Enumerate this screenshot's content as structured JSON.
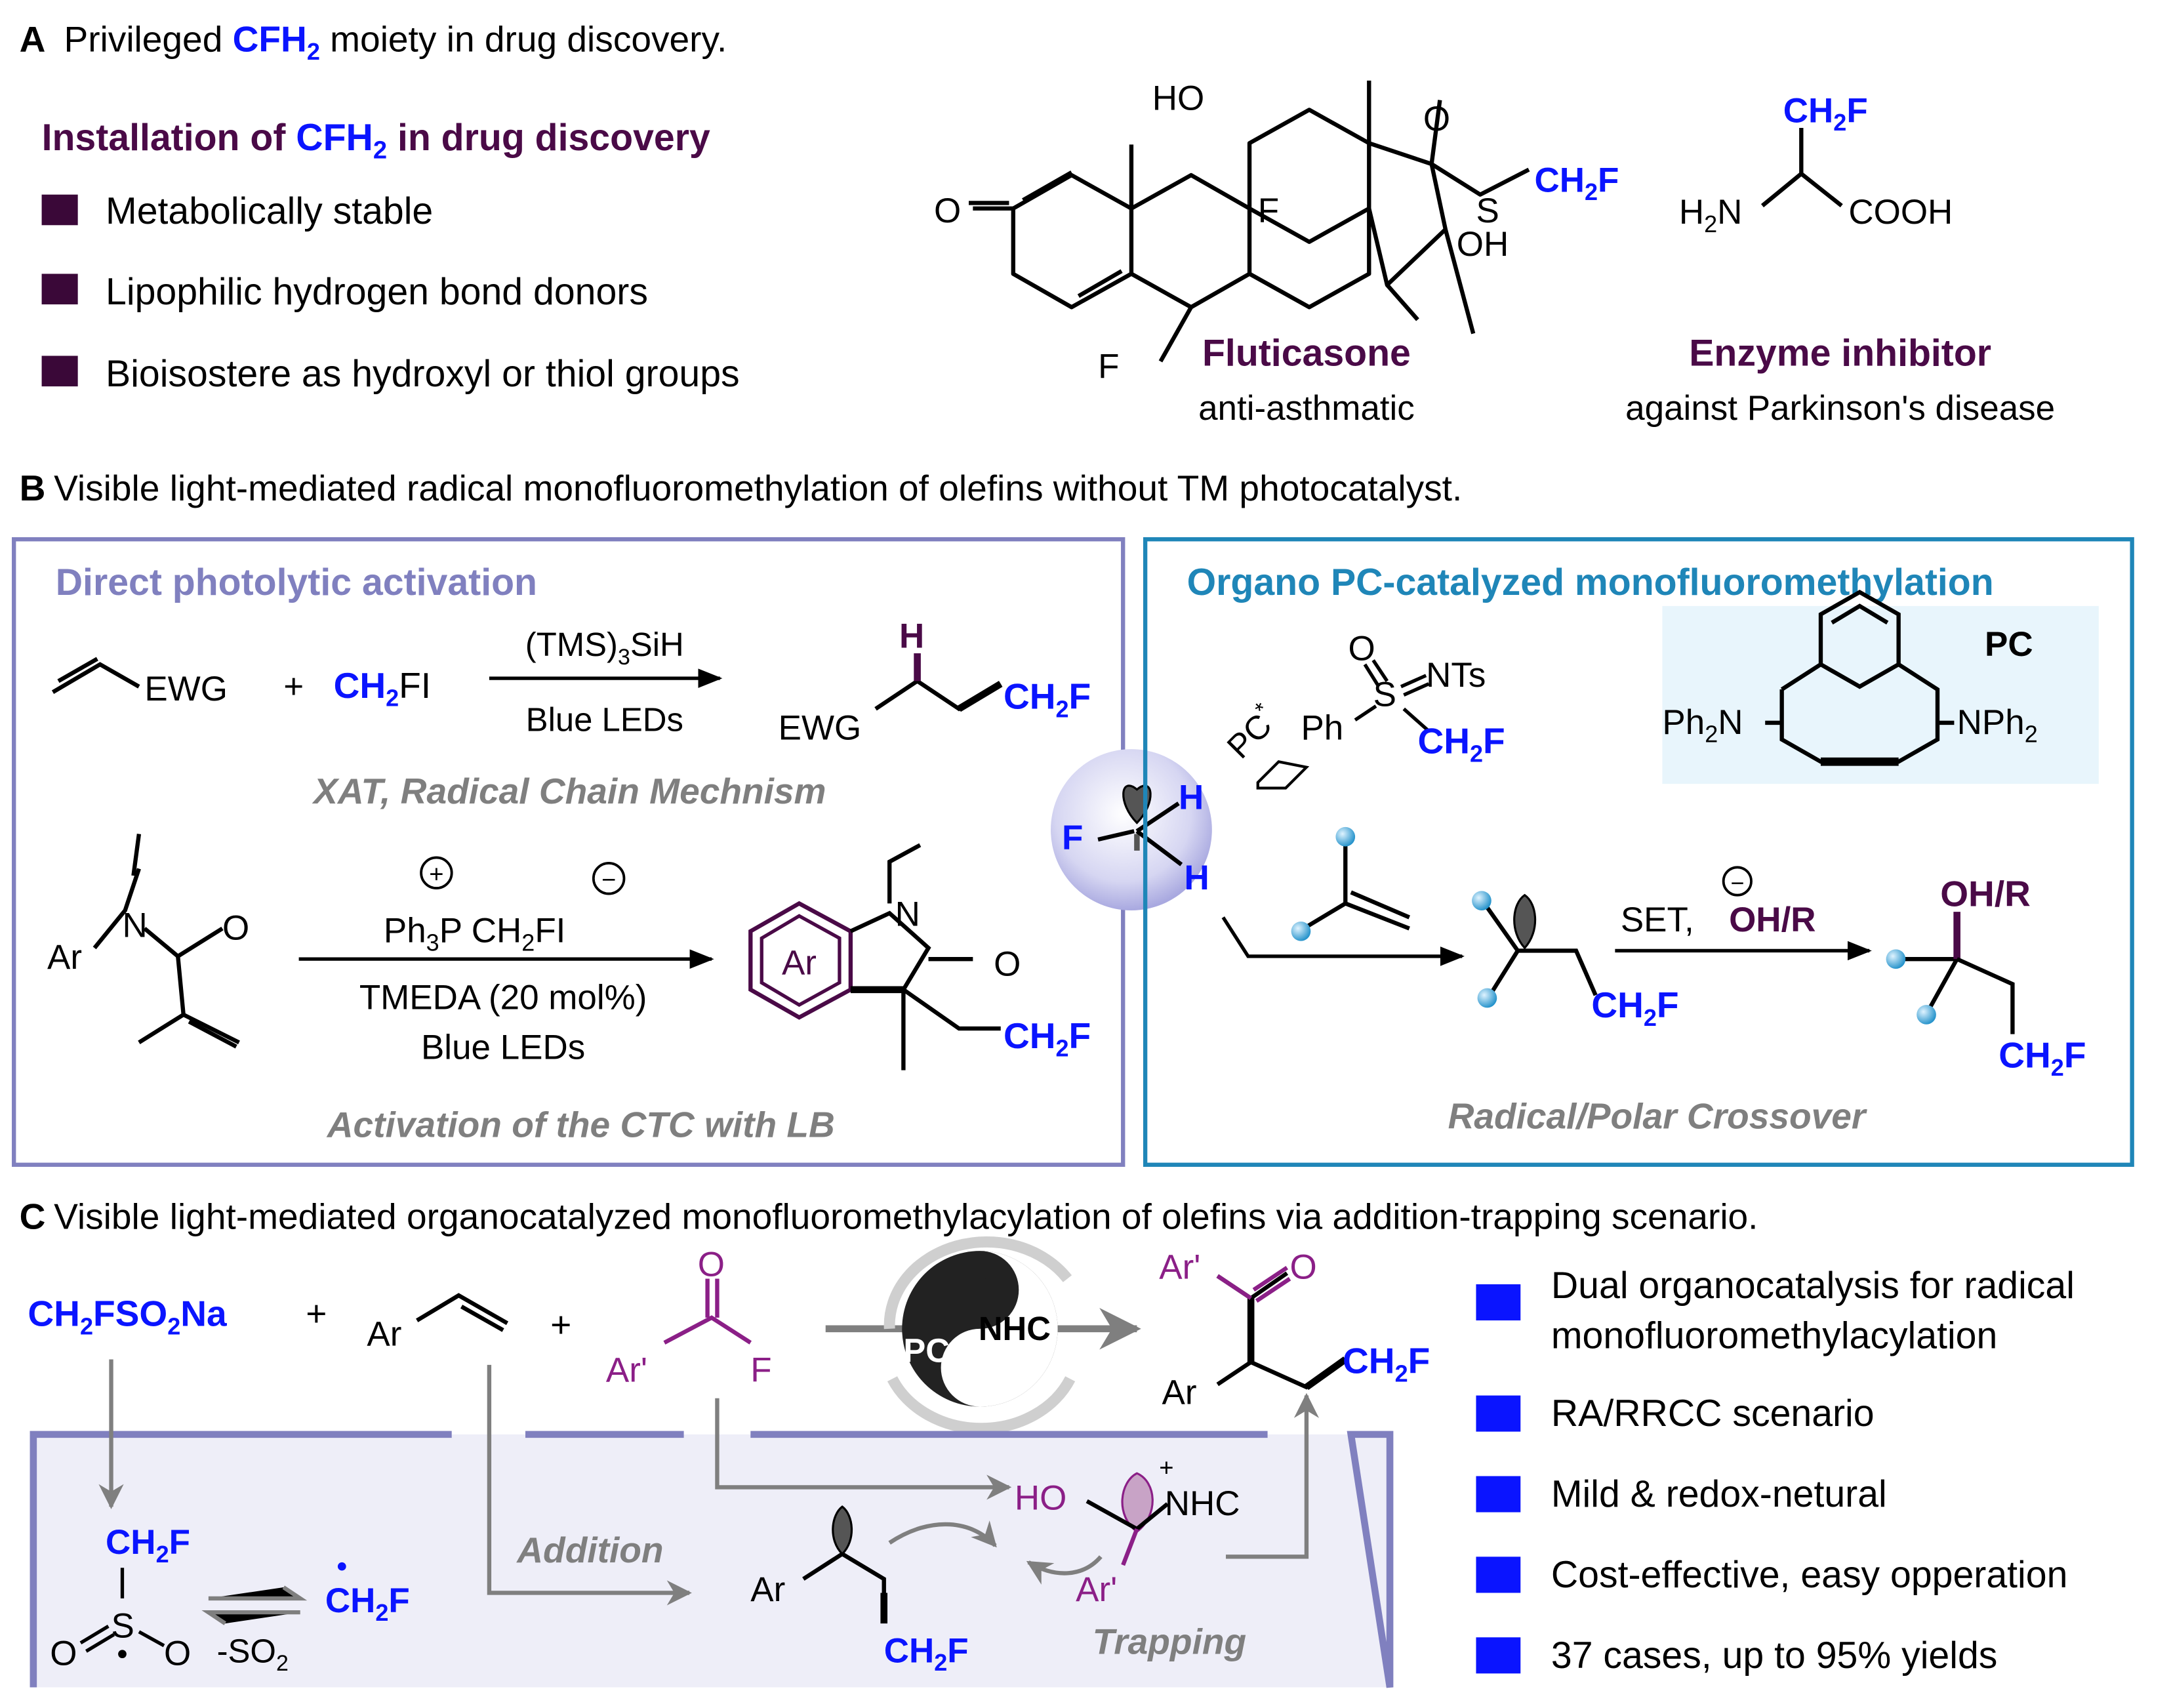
{
  "colors": {
    "blue": "#0a14ff",
    "purple": "#4a0a47",
    "magenta": "#8b1f87",
    "gray": "#7f7f7f",
    "boxA": "#8080bf",
    "boxB": "#1f86b8",
    "bullet": "#3a0838",
    "square": "#0a14ff"
  },
  "sectionA": {
    "header_letter": "A",
    "header_pre": "Privileged ",
    "header_cfh": "CFH",
    "header_sub": "2",
    "header_post": " moiety in drug discovery.",
    "install_pre": "Installation of ",
    "install_cfh": "CFH",
    "install_sub": "2",
    "install_post": "  in drug discovery",
    "bullets": [
      "Metabolically stable",
      "Lipophilic hydrogen bond donors",
      "Bioisostere as hydroxyl or thiol groups"
    ],
    "fluticasone": {
      "name": "Fluticasone",
      "use": "anti-asthmatic",
      "atoms": {
        "HO": "HO",
        "O": "O",
        "F": "F",
        "S": "S",
        "CH2F": "CH",
        "sub2": "2",
        "Fend": "F",
        "OH": "OH",
        "Carbonyl": "O"
      }
    },
    "enzyme": {
      "name": "Enzyme inhibitor",
      "use": "against Parkinson's disease",
      "H2N": "H",
      "sub2": "2",
      "N": "N",
      "COOH": "COOH",
      "CH2F": "CH",
      "Fend": "F"
    }
  },
  "sectionB": {
    "header_letter": "B",
    "header": "Visible light-mediated radical monofluoromethylation of olefins without TM photocatalyst.",
    "left": {
      "title": "Direct photolytic activation",
      "ewg": "EWG",
      "plus": "+",
      "reagent_ch": "CH",
      "reagent_sub": "2",
      "reagent_fi": "FI",
      "cond_top": "(TMS)",
      "cond_top_sub": "3",
      "cond_top_post": "SiH",
      "cond_bottom": "Blue LEDs",
      "product_ewg": "EWG",
      "product_h": "H",
      "product_ch2f": "CH",
      "product_sub": "2",
      "product_f": "F",
      "mechanism1": "XAT,  Radical Chain Mechnism",
      "ar": "Ar",
      "n": "N",
      "o": "O",
      "ph3p": "Ph",
      "ph3p_sub": "3",
      "ph3p_post": "P CH",
      "ph3p_sub2": "2",
      "ph3p_fi": "FI",
      "plus_sign": "+",
      "minus_sign": "−",
      "tmeda": "TMEDA (20 mol%)",
      "cond2_bottom": "Blue LEDs",
      "ar_ring": "Ar",
      "n2": "N",
      "o2": "O",
      "ch2f2": "CH",
      "sub2b": "2",
      "f2": "F",
      "mechanism2": "Activation of the CTC with LB"
    },
    "center": {
      "h1": "H",
      "h2": "H",
      "f": "F"
    },
    "right": {
      "title": "Organo PC-catalyzed monofluoromethylation",
      "pc_star": "PC",
      "star": "*",
      "o": "O",
      "s": "S",
      "nts": "NTs",
      "ph": "Ph",
      "ch2f": "CH",
      "sub2": "2",
      "f": "F",
      "pc_label": "PC",
      "ph2n_left": "Ph",
      "ph2n_sub": "2",
      "ph2n_n": "N",
      "nph2": "NPh",
      "nph2_sub": "2",
      "set": "SET,",
      "ohr": "OH/R",
      "minus": "−",
      "ch2f_mid": "CH",
      "sub_mid": "2",
      "f_mid": "F",
      "ohr_prod": "OH/R",
      "ch2f_prod": "CH",
      "sub_prod": "2",
      "f_prod": "F",
      "mechanism": "Radical/Polar Crossover"
    }
  },
  "sectionC": {
    "header_letter": "C",
    "header": "Visible light-mediated organocatalyzed monofluoromethylacylation of olefins via addition-trapping scenario.",
    "reagent_ch": "CH",
    "reagent_sub": "2",
    "reagent_f": "FSO",
    "reagent_sub2": "2",
    "reagent_na": "Na",
    "plus1": "+",
    "ar_styrene": "Ar",
    "plus2": "+",
    "acyl_o": "O",
    "acyl_ar": "Ar'",
    "acyl_f": "F",
    "pc": "PC",
    "nhc": "NHC",
    "prod_ar1": "Ar'",
    "prod_o": "O",
    "prod_ar": "Ar",
    "prod_ch": "CH",
    "prod_sub": "2",
    "prod_f": "F",
    "mech": {
      "ch2f_top": "CH",
      "sub_top": "2",
      "f_top": "F",
      "s": "S",
      "o1": "O",
      "o2": "O",
      "minus_so2": "-SO",
      "minus_so2_sub": "2",
      "radical_ch": "CH",
      "radical_sub": "2",
      "radical_f": "F",
      "addition": "Addition",
      "ar_int": "Ar",
      "ch2f_int": "CH",
      "sub_int": "2",
      "f_int": "F",
      "ho": "HO",
      "nhc": "NHC",
      "plus": "+",
      "ar_prime": "Ar'",
      "trapping": "Trapping"
    },
    "features": [
      "Dual organocatalysis for radical",
      "monofluoromethylacylation",
      "RA/RRCC scenario",
      "Mild & redox-netural",
      "Cost-effective, easy opperation",
      "37 cases, up to 95% yields"
    ]
  }
}
